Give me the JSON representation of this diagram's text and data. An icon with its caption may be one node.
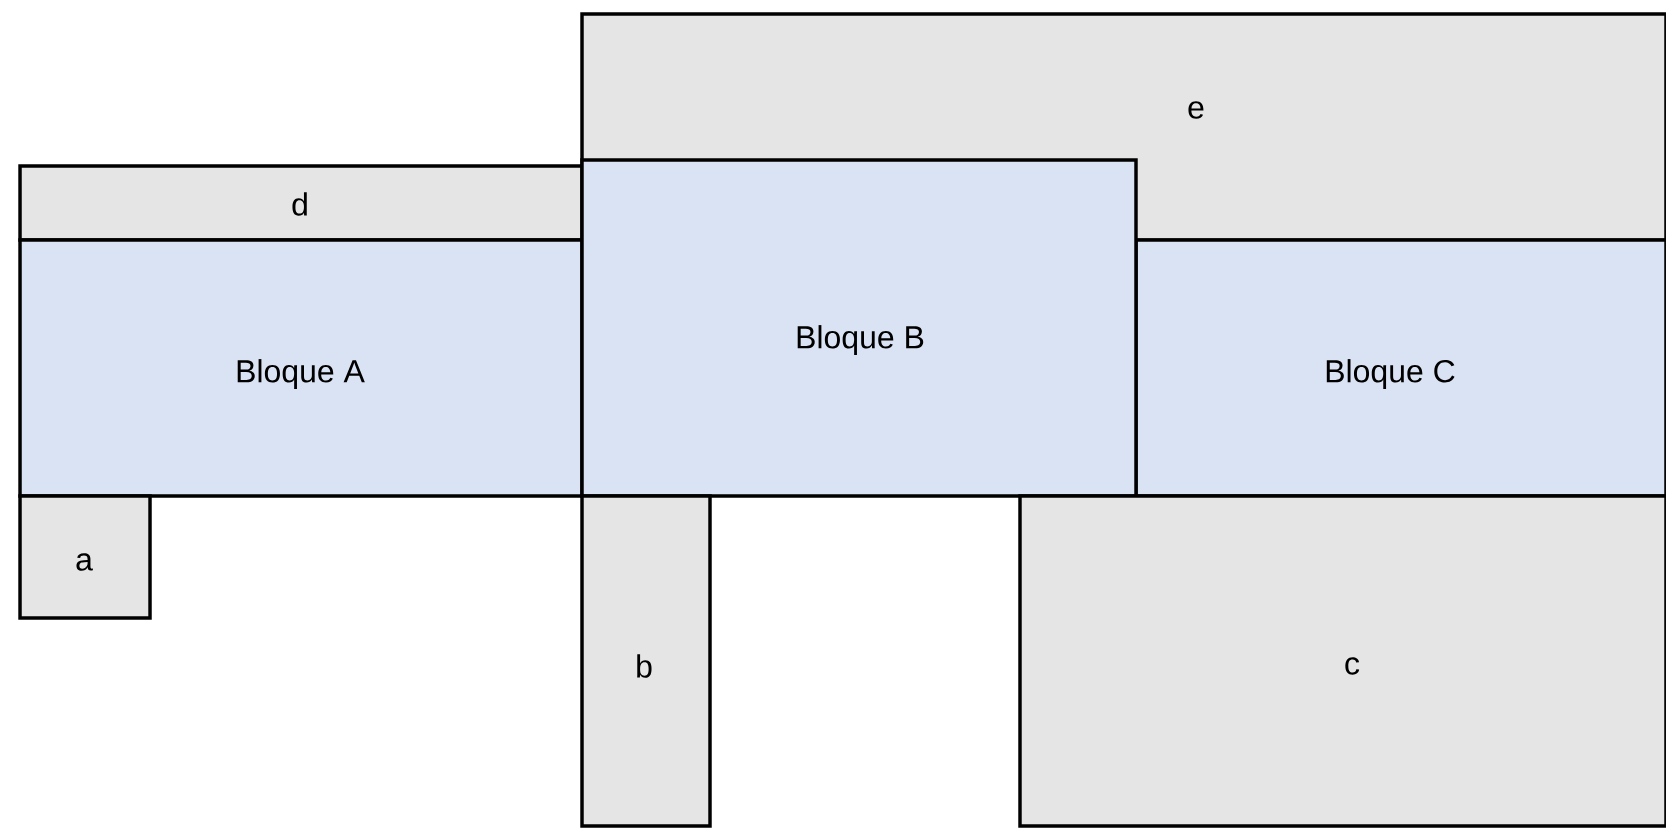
{
  "diagram": {
    "nodes": [
      {
        "text": [
          "e"
        ]
      },
      {
        "text": [
          "d"
        ]
      },
      {
        "text": [
          "Bloque A"
        ]
      },
      {
        "text": [
          "Bloque B"
        ]
      },
      {
        "text": [
          "Bloque C"
        ]
      },
      {
        "text": [
          "a"
        ]
      },
      {
        "text": [
          "b"
        ]
      },
      {
        "text": [
          "c"
        ]
      }
    ]
  }
}
